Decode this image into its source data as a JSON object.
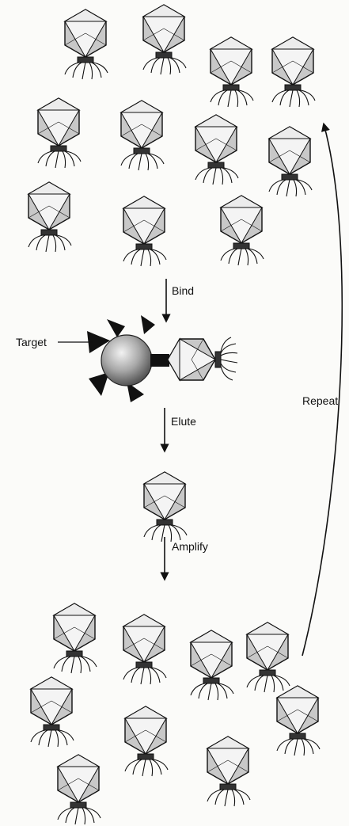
{
  "labels": {
    "bind": "Bind",
    "target": "Target",
    "elute": "Elute",
    "amplify": "Amplify",
    "repeat": "Repeat"
  },
  "icons": {
    "phage": "phage-icon",
    "target": "target-sphere-icon"
  },
  "colors": {
    "line": "#111111",
    "capsid_fill": "#c8c8c8",
    "background": "#fbfbf9"
  }
}
